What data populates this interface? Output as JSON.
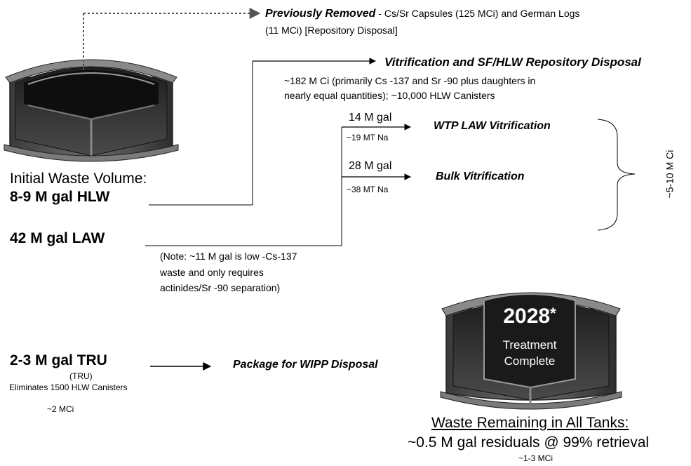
{
  "top_branch": {
    "heading": "Previously Removed",
    "line1": "- Cs/Sr Capsules (125 MCi) and German Logs",
    "line2": "(11 MCi) [Repository Disposal]"
  },
  "hlw_branch": {
    "heading": "Vitrification and SF/HLW Repository Disposal",
    "line1": "~182 M Ci (primarily Cs  -137 and Sr -90 plus daughters in",
    "line2": "nearly equal quantities); ~10,000 HLW Canisters"
  },
  "wtp": {
    "volume": "14 M gal",
    "sodium": "~19 MT Na",
    "label": "WTP LAW Vitrification"
  },
  "bulk": {
    "volume": "28 M gal",
    "sodium": "~38 MT Na",
    "label": "Bulk Vitrification"
  },
  "brace_label": "~5-10 M Ci",
  "initial": {
    "caption": "Initial Waste Volume:",
    "hlw": "8-9 M gal HLW",
    "law": "42 M gal LAW"
  },
  "note": {
    "line1": "(Note: ~11 M gal is low  -Cs-137",
    "line2": "waste and only requires",
    "line3": "actinides/Sr -90 separation)"
  },
  "tru": {
    "volume": "2-3 M gal TRU",
    "sub": "(TRU)",
    "eliminates": "Eliminates 1500 HLW Canisters",
    "curies": "~2 MCi",
    "destination": "Package for WIPP Disposal"
  },
  "tank_final": {
    "year": "2028",
    "asterisk": "*",
    "line1": "Treatment",
    "line2": "Complete"
  },
  "remaining": {
    "heading": "Waste Remaining in All Tanks:",
    "residuals": "~0.5 M gal residuals @ 99% retrieval",
    "curies": "~1-3 MCi"
  }
}
